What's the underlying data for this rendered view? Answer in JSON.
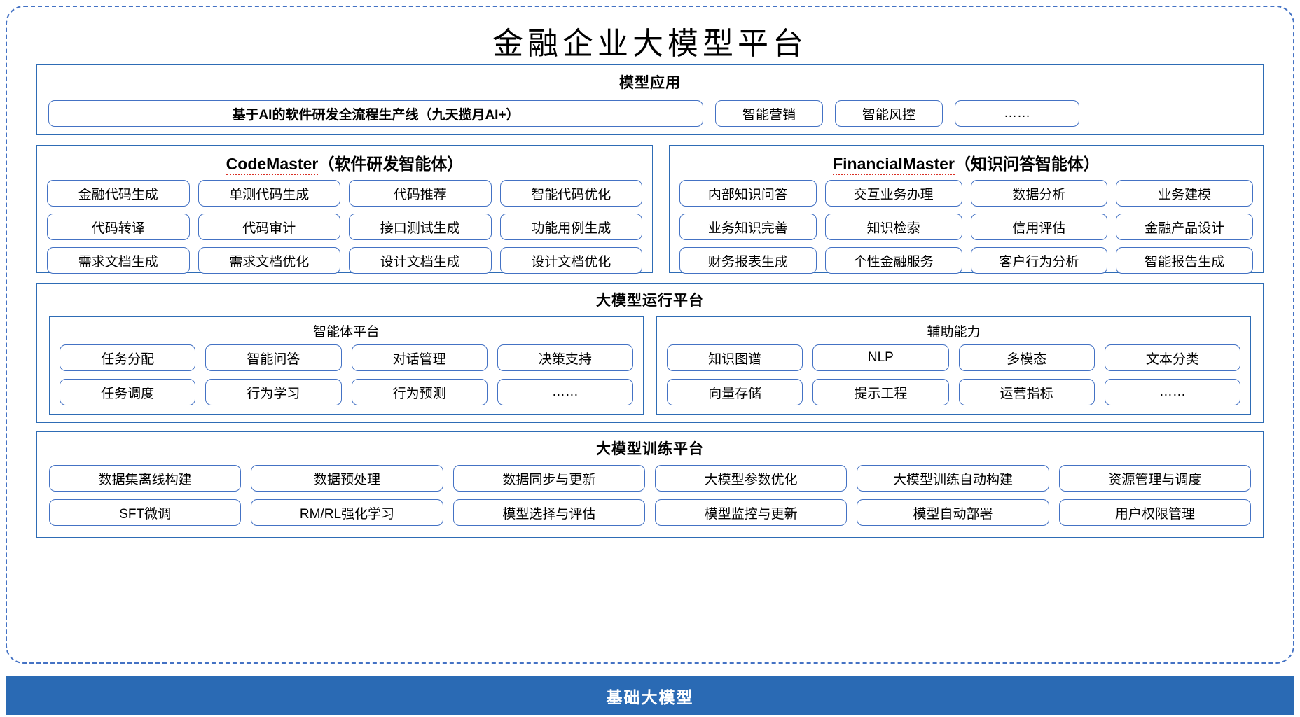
{
  "title": "金融企业大模型平台",
  "colors": {
    "accent_blue": "#4472c4",
    "panel_border": "#2e6cb5",
    "bottom_bar": "#2a6ab4",
    "spellcheck_red": "#d93025"
  },
  "sections": {
    "application": {
      "title": "模型应用",
      "items": [
        "基于AI的软件研发全流程生产线（九天揽月AI+）",
        "智能营销",
        "智能风控",
        "……"
      ]
    },
    "code_master": {
      "title_en": "CodeMaster",
      "title_cn": "（软件研发智能体）",
      "items": [
        "金融代码生成",
        "单测代码生成",
        "代码推荐",
        "智能代码优化",
        "代码转译",
        "代码审计",
        "接口测试生成",
        "功能用例生成",
        "需求文档生成",
        "需求文档优化",
        "设计文档生成",
        "设计文档优化"
      ]
    },
    "financial_master": {
      "title_en": "FinancialMaster",
      "title_cn": "（知识问答智能体）",
      "items": [
        "内部知识问答",
        "交互业务办理",
        "数据分析",
        "业务建模",
        "业务知识完善",
        "知识检索",
        "信用评估",
        "金融产品设计",
        "财务报表生成",
        "个性金融服务",
        "客户行为分析",
        "智能报告生成"
      ]
    },
    "runtime": {
      "title": "大模型运行平台",
      "agent_platform": {
        "title": "智能体平台",
        "items": [
          "任务分配",
          "智能问答",
          "对话管理",
          "决策支持",
          "任务调度",
          "行为学习",
          "行为预测",
          "……"
        ]
      },
      "assist_capability": {
        "title": "辅助能力",
        "items": [
          "知识图谱",
          "NLP",
          "多模态",
          "文本分类",
          "向量存储",
          "提示工程",
          "运营指标",
          "……"
        ]
      }
    },
    "training": {
      "title": "大模型训练平台",
      "items": [
        "数据集离线构建",
        "数据预处理",
        "数据同步与更新",
        "大模型参数优化",
        "大模型训练自动构建",
        "资源管理与调度",
        "SFT微调",
        "RM/RL强化学习",
        "模型选择与评估",
        "模型监控与更新",
        "模型自动部署",
        "用户权限管理"
      ]
    },
    "foundation": {
      "title": "基础大模型"
    }
  }
}
